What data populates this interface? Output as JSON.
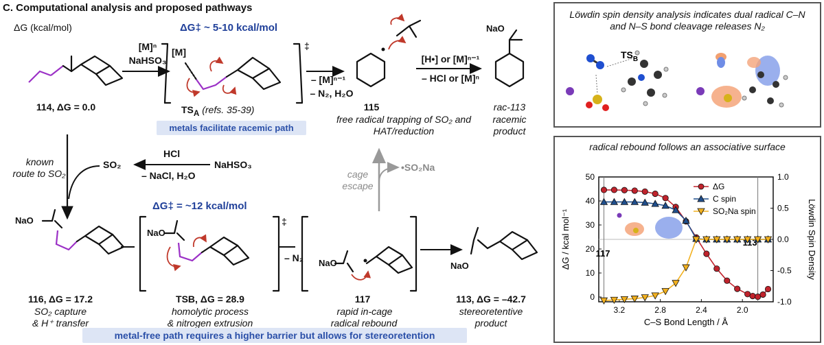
{
  "header": {
    "title": "C. Computational analysis and proposed pathways",
    "axis_unit": "ΔG (kcal/mol)"
  },
  "top_row": {
    "reagents": [
      "[M]ⁿ",
      "NaHSO₃"
    ],
    "barrier": "ΔG‡ ~ 5-10 kcal/mol",
    "ts_a": "TS",
    "ts_a_sub": "A",
    "ts_a_refs": "(refs. 35-39)",
    "ts_a_below": [
      "– [M]ⁿ⁻¹",
      "– N₂, H₂O"
    ],
    "cpd_114": "114, ΔG = 0.0",
    "cpd_115": "115",
    "cpd_115_desc": "free radical trapping of SO₂ and HAT/reduction",
    "step2_above": "[H•] or [M]ⁿ⁻¹",
    "step2_below": "– HCl or [M]ⁿ",
    "rac_113": "rac-113",
    "rac_113_desc": [
      "racemic",
      "product"
    ],
    "metals_banner": "metals facilitate racemic path",
    "atom_M": "[M]"
  },
  "middle": {
    "known_route": [
      "known",
      "route to SO₂"
    ],
    "hcl": "HCl",
    "so2": "SO₂",
    "nahso3": "NaHSO₃",
    "byproducts": "– NaCl, H₂O",
    "cage_escape": [
      "cage",
      "escape"
    ],
    "so2na": "•SO₂Na"
  },
  "bottom_row": {
    "barrier": "ΔG‡ = ~12 kcal/mol",
    "cpd_116": "116, ΔG = 17.2",
    "cpd_116_desc": [
      "SO₂ capture",
      "& H⁺ transfer"
    ],
    "ts_b": "TSB, ΔG = 28.9",
    "ts_b_desc": [
      "homolytic process",
      "& nitrogen extrusion"
    ],
    "minus_n2": "– N₂",
    "cpd_117": "117",
    "cpd_117_desc": [
      "rapid in-cage",
      "radical rebound"
    ],
    "cpd_113": "113, ΔG = –42.7",
    "cpd_113_desc": [
      "stereoretentive",
      "product"
    ],
    "banner": "metal-free path requires a higher barrier but allows for stereoretention"
  },
  "right_top": {
    "title": "Löwdin spin density analysis indicates dual radical C–N and N–S bond cleavage releases N₂",
    "ts_label": "TS",
    "ts_sub": "B"
  },
  "right_bottom": {
    "title": "radical rebound follows an associative surface"
  },
  "chart_data": {
    "type": "line",
    "title": "radical rebound follows an associative surface",
    "xlabel": "C–S Bond Length / Å",
    "ylabel": "ΔG / kcal mol⁻¹",
    "y2label": "Löwdin Spin Density",
    "xlim": [
      3.4,
      1.7
    ],
    "ylim": [
      -2,
      50
    ],
    "y2lim": [
      -1.0,
      1.0
    ],
    "xticks": [
      "3.2",
      "2.8",
      "2.4",
      "2.0"
    ],
    "yticks": [
      "0",
      "10",
      "20",
      "30",
      "40",
      "50"
    ],
    "y2ticks": [
      "-1.0",
      "-0.5",
      "0.0",
      "0.5",
      "1.0"
    ],
    "annotations": [
      "117",
      "113"
    ],
    "series": [
      {
        "name": "ΔG",
        "axis": "left",
        "color": "#c0232c",
        "marker": "circle",
        "x": [
          3.35,
          3.25,
          3.15,
          3.05,
          2.95,
          2.85,
          2.75,
          2.65,
          2.55,
          2.45,
          2.35,
          2.25,
          2.15,
          2.05,
          1.95,
          1.9,
          1.85,
          1.8,
          1.75
        ],
        "y": [
          44.6,
          44.6,
          44.5,
          44.3,
          43.9,
          43.0,
          41.2,
          37.5,
          31.5,
          24.8,
          18.0,
          11.8,
          6.8,
          3.4,
          1.2,
          0.4,
          0.1,
          1.0,
          3.3
        ]
      },
      {
        "name": "C spin",
        "axis": "right",
        "color": "#1f4e8c",
        "marker": "triangle-up",
        "x": [
          3.35,
          3.25,
          3.15,
          3.05,
          2.95,
          2.85,
          2.75,
          2.65,
          2.55,
          2.45,
          2.35,
          2.25,
          2.15,
          2.05,
          1.95,
          1.85,
          1.75
        ],
        "y": [
          0.6,
          0.6,
          0.6,
          0.6,
          0.59,
          0.57,
          0.54,
          0.47,
          0.3,
          0.01,
          0.0,
          0.0,
          0.0,
          0.0,
          0.0,
          0.0,
          0.0
        ]
      },
      {
        "name": "SO₂Na spin",
        "axis": "right",
        "color": "#f2b01e",
        "marker": "triangle-down",
        "x": [
          3.35,
          3.25,
          3.15,
          3.05,
          2.95,
          2.85,
          2.75,
          2.65,
          2.55,
          2.45,
          2.35,
          2.25,
          2.15,
          2.05,
          1.95,
          1.85,
          1.75
        ],
        "y": [
          -0.98,
          -0.97,
          -0.96,
          -0.95,
          -0.93,
          -0.9,
          -0.83,
          -0.7,
          -0.45,
          0.0,
          0.0,
          0.0,
          0.0,
          0.0,
          0.0,
          0.0,
          0.0
        ]
      }
    ]
  }
}
